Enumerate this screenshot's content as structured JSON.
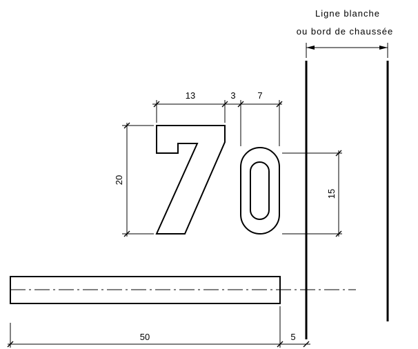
{
  "title": {
    "line1": "Ligne blanche",
    "line2": "ou bord de chaussée"
  },
  "dimensions": {
    "digit_seven_width": "13",
    "digit_gap": "3",
    "digit_zero_width": "7",
    "digit_seven_height": "20",
    "digit_zero_height": "15",
    "bar_length": "50",
    "bar_offset": "5"
  },
  "colors": {
    "stroke": "#000000",
    "background": "#ffffff"
  }
}
